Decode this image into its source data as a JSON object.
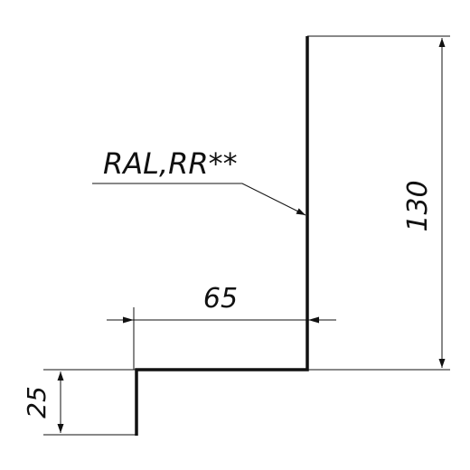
{
  "drawing": {
    "material_note": "RAL,RR**",
    "dimensions": {
      "height_total": "130",
      "width_top": "65",
      "height_bottom": "25"
    }
  },
  "colors": {
    "line": "#111111",
    "background": "#ffffff"
  }
}
